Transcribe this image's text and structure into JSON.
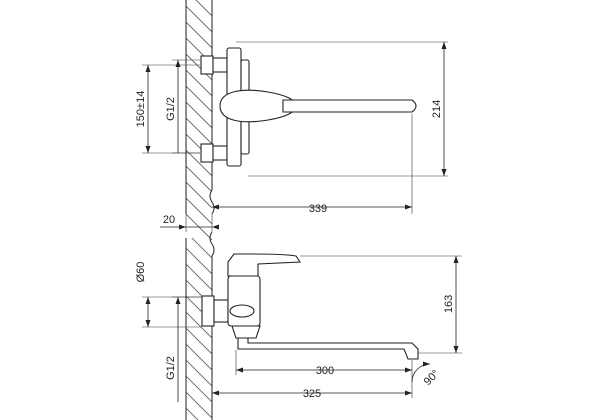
{
  "dimensions": {
    "top": {
      "spacing_label": "150±14",
      "thread_label": "G1/2",
      "height_label": "214",
      "wall_gap_label": "20",
      "spout_length_label": "339"
    },
    "bottom": {
      "diameter_label": "Ø60",
      "thread_label": "G1/2",
      "height_label": "163",
      "spout_label": "300",
      "overall_label": "325",
      "angle_label": "90°"
    }
  }
}
